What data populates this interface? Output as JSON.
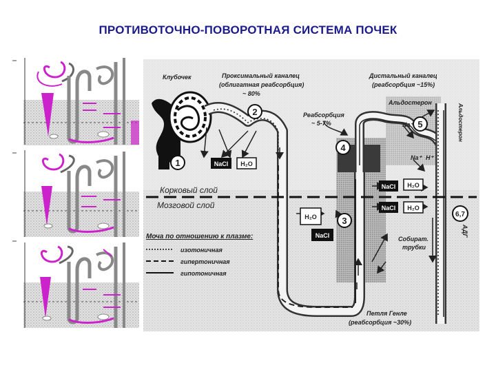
{
  "title": "ПРОТИВОТОЧНО-ПОВОРОТНАЯ СИСТЕМА ПОЧЕК",
  "diagram": {
    "labels": {
      "glomerulus": "Клубочек",
      "proximal_1": "Проксимальный каналец",
      "proximal_2": "(облигатная реабсорбция)",
      "proximal_3": "~ 80%",
      "distal_1": "Дистальный каналец",
      "distal_2": "(реабсорбция ~15%)",
      "aldosterone": "Альдостерон",
      "reabsorption_1": "Реабсорбция",
      "reabsorption_2": "~ 5-7%",
      "cortex": "Корковый слой",
      "medulla": "Мозговой слой",
      "collecting_1": "Собират.",
      "collecting_2": "трубки",
      "loop_1": "Петля Генле",
      "loop_2": "(реабсорбция ~30%)",
      "adg": "АДГ",
      "na": "Na⁺",
      "nah_na": "Na⁺",
      "nah_h": "H⁺"
    },
    "boxes": {
      "nacl_1": "NaCl",
      "h2o_1": "H₂O",
      "nacl_2": "NaCl",
      "h2o_2": "H₂O",
      "nacl_3": "NaCl",
      "h2o_3": "H₂O",
      "h2o_4": "H₂O",
      "nacl_4": "NaCl"
    },
    "numbers": [
      "1",
      "2",
      "3",
      "4",
      "5",
      "6,7"
    ],
    "legend": {
      "title": "Моча по отношению к плазме:",
      "items": [
        {
          "label": "изотоничная",
          "style": "dotted"
        },
        {
          "label": "гипертоничная",
          "style": "dashed"
        },
        {
          "label": "гипотоничная",
          "style": "solid"
        }
      ]
    }
  },
  "colors": {
    "title": "#1a1a8c",
    "magenta": "#cc22cc",
    "ink": "#222222"
  }
}
